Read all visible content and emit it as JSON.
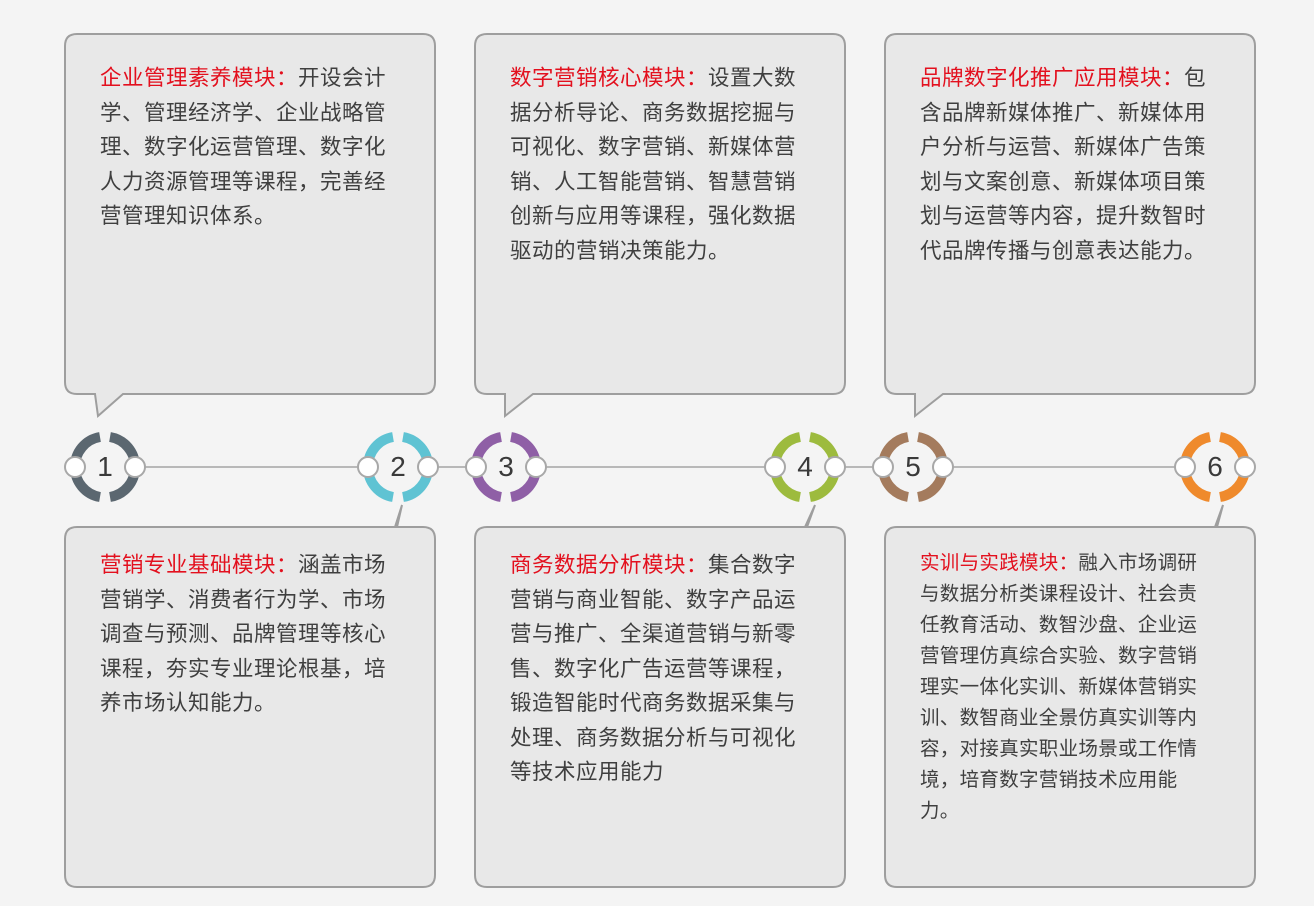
{
  "modules": [
    {
      "number": "1",
      "title": "企业管理素养模块：",
      "body": "开设会计学、管理经济学、企业战略管理、数字化运营管理、数字化人力资源管理等课程，完善经营管理知识体系。",
      "color": "#5b6770"
    },
    {
      "number": "2",
      "title": "营销专业基础模块：",
      "body": "涵盖市场营销学、消费者行为学、市场调查与预测、品牌管理等核心课程，夯实专业理论根基，培养市场认知能力。",
      "color": "#5fc3d3"
    },
    {
      "number": "3",
      "title": "数字营销核心模块：",
      "body": "设置大数据分析导论、商务数据挖掘与可视化、数字营销、新媒体营销、人工智能营销、智慧营销创新与应用等课程，强化数据驱动的营销决策能力。",
      "color": "#8f5fa6"
    },
    {
      "number": "4",
      "title": "商务数据分析模块：",
      "body": "集合数字营销与商业智能、数字产品运营与推广、全渠道营销与新零售、数字化广告运营等课程，锻造智能时代商务数据采集与处理、商务数据分析与可视化等技术应用能力",
      "color": "#9dbb3e"
    },
    {
      "number": "5",
      "title": "品牌数字化推广应用模块：",
      "body": "包含品牌新媒体推广、新媒体用户分析与运营、新媒体广告策划与文案创意、新媒体项目策划与运营等内容，提升数智时代品牌传播与创意表达能力。",
      "color": "#a47b5d"
    },
    {
      "number": "6",
      "title": "实训与实践模块：",
      "body": "融入市场调研与数据分析类课程设计、社会责任教育活动、数智沙盘、企业运营管理仿真综合实验、数字营销理实一体化实训、新媒体营销实训、数智商业全景仿真实训等内容，对接真实职业场景或工作情境，培育数字营销技术应用能力。",
      "color": "#ef8a2c"
    }
  ],
  "colors": {
    "card_fill": "#e8e8e8",
    "card_border": "#9e9e9e",
    "title_red": "#e3101e",
    "line": "#b8b8b8",
    "number_text": "#3a3a3a"
  }
}
